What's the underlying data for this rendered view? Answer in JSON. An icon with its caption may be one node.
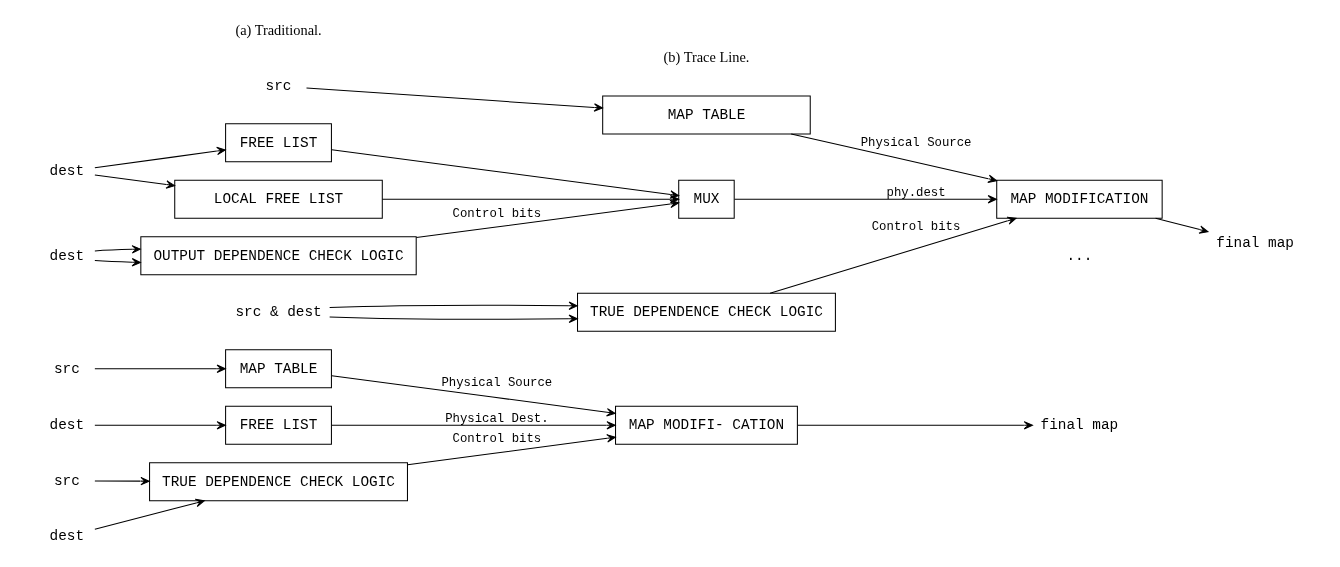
{
  "diagram": {
    "nodes": [
      {
        "text": [
          "src"
        ]
      },
      {
        "text": [
          "MAP TABLE"
        ]
      },
      {
        "text": [
          "dest"
        ]
      },
      {
        "text": [
          "FREE LIST"
        ]
      },
      {
        "text": [
          "src"
        ]
      },
      {
        "text": [
          "dest"
        ]
      },
      {
        "text": [
          "TRUE DEPENDENCE CHECK LOGIC"
        ]
      },
      {
        "text": [
          "MAP MODIFI- CATION"
        ]
      },
      {
        "text": [
          "final map"
        ]
      },
      {
        "text": [
          "src"
        ]
      },
      {
        "text": [
          "MAP TABLE"
        ]
      },
      {
        "text": [
          "dest"
        ]
      },
      {
        "text": [
          "FREE LIST"
        ]
      },
      {
        "text": [
          "LOCAL FREE LIST"
        ]
      },
      {
        "text": [
          "MAP MODIFICATION"
        ]
      },
      {
        "text": [
          "MUX"
        ]
      },
      {
        "text": [
          "final map"
        ]
      },
      {
        "text": [
          "dest"
        ]
      },
      {
        "text": [
          "OUTPUT DEPENDENCE CHECK LOGIC"
        ]
      },
      {
        "text": [
          "src & dest"
        ]
      },
      {
        "text": [
          "TRUE DEPENDENCE CHECK LOGIC"
        ]
      }
    ],
    "edges": [
      {
        "from": 0,
        "to": 1,
        "arrow": "to"
      },
      {
        "from": 1,
        "to": 7,
        "arrow": "to",
        "label": "Physical Source"
      },
      {
        "from": 2,
        "to": 3,
        "arrow": "to"
      },
      {
        "from": 3,
        "to": 7,
        "arrow": "to",
        "label": "Physical Dest."
      },
      {
        "from": 4,
        "to": 6,
        "arrow": "to"
      },
      {
        "from": 5,
        "to": 6,
        "arrow": "to"
      },
      {
        "from": 6,
        "to": 7,
        "arrow": "to",
        "label": "Control bits"
      },
      {
        "from": 7,
        "to": 8,
        "arrow": "to"
      },
      {
        "from": 9,
        "to": 10,
        "arrow": "to"
      },
      {
        "from": 10,
        "to": 14,
        "arrow": "to",
        "label": "Physical Source"
      },
      {
        "from": 11,
        "to": 12,
        "arrow": "to"
      },
      {
        "from": 11,
        "to": 13,
        "arrow": "to"
      },
      {
        "from": 12,
        "to": 15,
        "arrow": "to"
      },
      {
        "from": 13,
        "to": 15,
        "arrow": "to"
      },
      {
        "from": 15,
        "to": 14,
        "arrow": "to",
        "label": "phy.dest"
      },
      {
        "from": 14,
        "to": 16,
        "arrow": "to"
      },
      {
        "from": 17,
        "to": 18,
        "arrow": "to"
      },
      {
        "from": 17,
        "to": 18,
        "arrow": "to"
      },
      {
        "from": 18,
        "to": 15,
        "arrow": "to",
        "label": "Control bits"
      },
      {
        "from": 19,
        "to": 20,
        "arrow": "to"
      },
      {
        "from": 19,
        "to": 20,
        "arrow": "to"
      },
      {
        "from": 20,
        "to": 14,
        "arrow": "to",
        "label": "Control bits"
      }
    ],
    "labels": [
      "...",
      "(a) Traditional.",
      "(b) Trace Line."
    ]
  }
}
